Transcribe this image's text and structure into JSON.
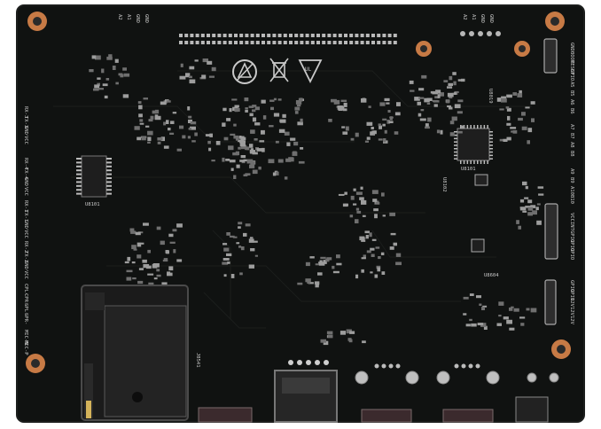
{
  "image": {
    "subject": "Black printed circuit board, bottom side view",
    "colors": {
      "background": "#ffffff",
      "pcb": "#101211",
      "pcb_edge": "#1c1e1d",
      "silkscreen": "#c9c9c9",
      "copper_ring": "#c77a45",
      "pad": "#a9a9a9",
      "metal": "#b7b7b7",
      "card_holder": "#1a1a1a"
    }
  },
  "labels": {
    "left_header_1": [
      "RX-3",
      "TX-3",
      "GND",
      "VCC"
    ],
    "left_header_2": [
      "RX-4",
      "TX-4",
      "GND",
      "VCC"
    ],
    "left_header_3": [
      "RX-1",
      "TX-1",
      "GND",
      "VCC"
    ],
    "left_header_4": [
      "RX-2",
      "TX-2",
      "GND",
      "VCC"
    ],
    "left_header_5": [
      "CPL-",
      "CPR-",
      "SPL-",
      "SPR-"
    ],
    "left_header_6": [
      "MIC-N",
      "MIC-P"
    ],
    "right_header_1": [
      "GND",
      "BOOT",
      "RESET",
      "GPIO"
    ],
    "right_header_2": [
      "A5",
      "B5",
      "A6",
      "B6"
    ],
    "right_header_3": [
      "A7",
      "B7",
      "A8",
      "B8"
    ],
    "right_header_4": [
      "A9",
      "B9",
      "A10",
      "B10"
    ],
    "right_header_5": [
      "VCC",
      "INT",
      "GPIO",
      "GPIO",
      "GPIO"
    ],
    "right_header_6": [
      "GPIO",
      "GPIO",
      "12V",
      "12V",
      "12V"
    ],
    "top_small": [
      "A2",
      "A1",
      "GND",
      "GND"
    ],
    "top_right_small": [
      "A2",
      "A1",
      "GND",
      "GND"
    ],
    "ic_refs": [
      "U8101",
      "U8019",
      "U8101",
      "U8102",
      "J8541",
      "U8604"
    ],
    "hdmi_ref": "J8541"
  },
  "icons": [
    "recycle-symbol-icon",
    "weee-bin-icon",
    "ul-cert-icon"
  ]
}
